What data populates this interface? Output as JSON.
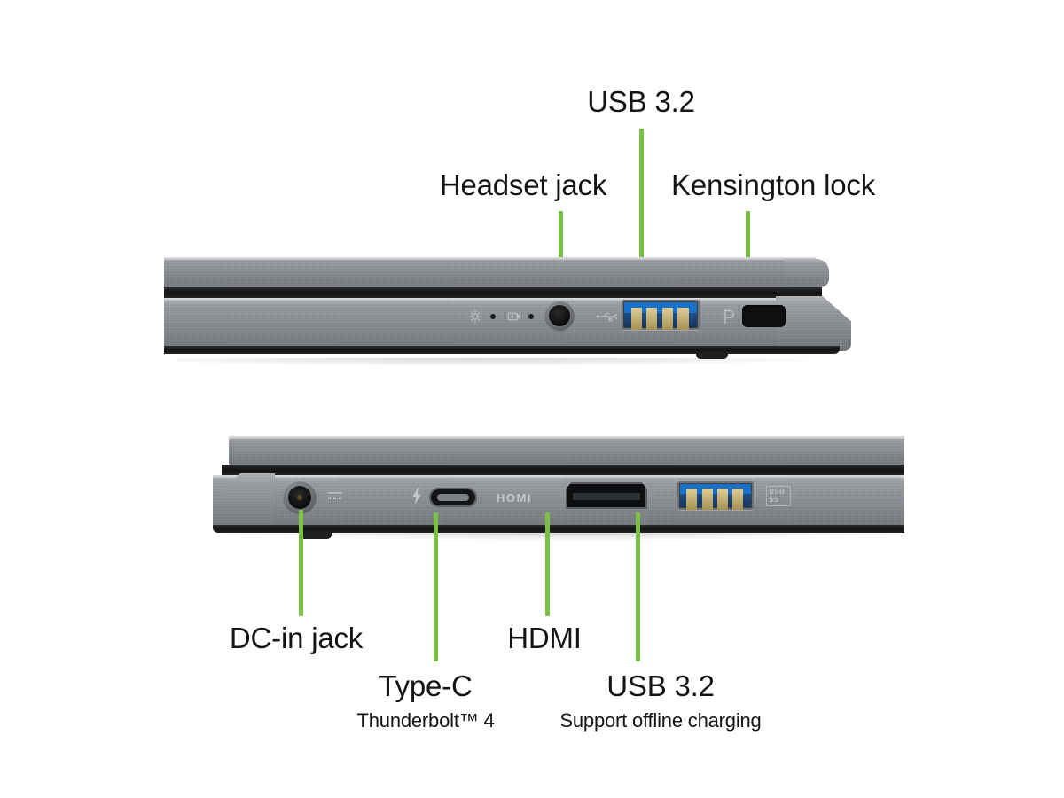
{
  "background_color": "#ffffff",
  "accent_color": "#7ac143",
  "chassis_color": "#8a8d91",
  "port_blue": "#1472cf",
  "callouts_top": [
    {
      "id": "usb32-top",
      "label": "USB 3.2",
      "sub": ""
    },
    {
      "id": "headset-jack",
      "label": "Headset jack",
      "sub": ""
    },
    {
      "id": "kensington-lock",
      "label": "Kensington lock",
      "sub": ""
    }
  ],
  "callouts_bottom": [
    {
      "id": "dc-in-jack",
      "label": "DC-in jack",
      "sub": ""
    },
    {
      "id": "type-c",
      "label": "Type-C",
      "sub": "Thunderbolt™ 4"
    },
    {
      "id": "hdmi",
      "label": "HDMI",
      "sub": ""
    },
    {
      "id": "usb32-bottom",
      "label": "USB 3.2",
      "sub": "Support offline charging"
    }
  ],
  "chassis_markings": {
    "hdmi_word": "HOMI",
    "usb_ss_line1": "USB",
    "usb_ss_line2": "SS"
  },
  "ports_top": [
    {
      "name": "headset-jack-port",
      "type": "audio-jack"
    },
    {
      "name": "usb-a-port-top",
      "type": "usb-a"
    },
    {
      "name": "kensington-slot",
      "type": "lock-slot"
    }
  ],
  "ports_bottom": [
    {
      "name": "dc-in-port",
      "type": "barrel-jack"
    },
    {
      "name": "usb-c-port",
      "type": "usb-c"
    },
    {
      "name": "hdmi-port",
      "type": "hdmi"
    },
    {
      "name": "usb-a-port-bottom",
      "type": "usb-a"
    }
  ],
  "indicator_icons": [
    {
      "name": "power-indicator-icon"
    },
    {
      "name": "power-led"
    },
    {
      "name": "battery-indicator-icon"
    },
    {
      "name": "battery-led"
    },
    {
      "name": "headset-icon"
    }
  ]
}
